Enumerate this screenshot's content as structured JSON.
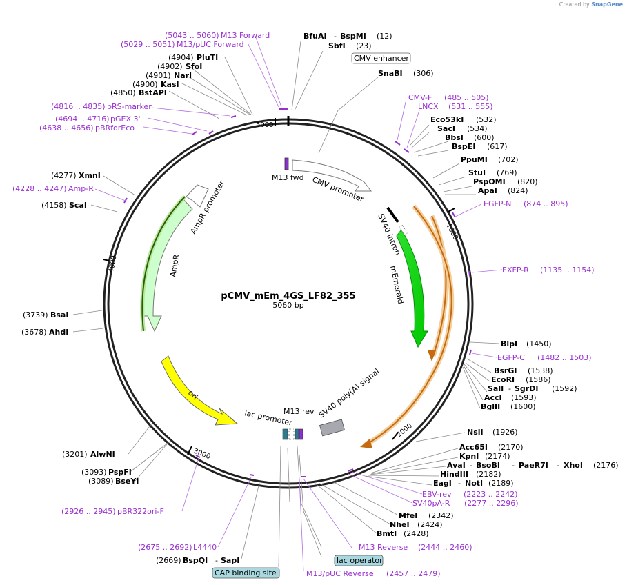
{
  "credit": {
    "prefix": "Created by",
    "brand": "SnapGene"
  },
  "plasmid": {
    "name": "pCMV_mEm_4GS_LF82_355",
    "size": "5060 bp"
  },
  "ticks": [
    "1000",
    "2000",
    "3000",
    "4000",
    "5000"
  ],
  "features": {
    "m13fwd": "M13 fwd",
    "cmv_promoter": "CMV promoter",
    "sv40_intron": "SV40 intron",
    "memerald": "mEmerald",
    "sv40pa": "SV40 poly(A) signal",
    "m13rev": "M13 rev",
    "lac_promoter": "lac promoter",
    "ori": "ori",
    "ampr": "AmpR",
    "ampr_promoter": "AmpR promoter",
    "cmv_enhancer": "CMV enhancer",
    "cap_site": "CAP binding site",
    "lac_operator": "lac operator"
  },
  "labels": {
    "bfuai": "BfuAI",
    "dash1": "-",
    "bspmi": "BspMI",
    "pos12": "(12)",
    "sbfi": "SbfI",
    "pos23": "(23)",
    "snabi": "SnaBI",
    "pos306": "(306)",
    "cmvf": "CMV-F",
    "cmvf_pos": "(485 .. 505)",
    "lncx": "LNCX",
    "lncx_pos": "(531 .. 555)",
    "eco53ki": "Eco53kI",
    "pos532": "(532)",
    "saci": "SacI",
    "pos534": "(534)",
    "bbsi": "BbsI",
    "pos600": "(600)",
    "bspei": "BspEI",
    "pos617": "(617)",
    "ppumi": "PpuMI",
    "pos702": "(702)",
    "stui": "StuI",
    "pos769": "(769)",
    "psp": "PspOMI",
    "pos820": "(820)",
    "apai": "ApaI",
    "pos824": "(824)",
    "egfpn": "EGFP-N",
    "egfpn_pos": "(874 .. 895)",
    "exfpr": "EXFP-R",
    "exfpr_pos": "(1135 .. 1154)",
    "blpi": "BlpI",
    "pos1450": "(1450)",
    "egfpc": "EGFP-C",
    "egfpc_pos": "(1482 .. 1503)",
    "bsrgi": "BsrGI",
    "pos1538": "(1538)",
    "ecori": "EcoRI",
    "pos1586": "(1586)",
    "sali": "SalI",
    "dash2": "-",
    "sgrdi": "SgrDI",
    "pos1592": "(1592)",
    "acci": "AccI",
    "pos1593": "(1593)",
    "bglii": "BglII",
    "pos1600": "(1600)",
    "nsii": "NsiI",
    "pos1926": "(1926)",
    "acc65i": "Acc65I",
    "pos2170": "(2170)",
    "kpni": "KpnI",
    "pos2174": "(2174)",
    "avai": "AvaI",
    "dash3": "-",
    "bsobi": "BsoBI",
    "dash4": "-",
    "paer7i": "PaeR7I",
    "dash5": "-",
    "xhoi": "XhoI",
    "pos2176": "(2176)",
    "hindiii": "HindIII",
    "pos2182": "(2182)",
    "eagi": "EagI",
    "dash6": "-",
    "noti": "NotI",
    "pos2189": "(2189)",
    "ebvrev": "EBV-rev",
    "ebvrev_pos": "(2223 .. 2242)",
    "sv40par": "SV40pA-R",
    "sv40par_pos": "(2277 .. 2296)",
    "mfei": "MfeI",
    "pos2342": "(2342)",
    "nhei": "NheI",
    "pos2424": "(2424)",
    "bmti": "BmtI",
    "pos2428": "(2428)",
    "m13reverse": "M13 Reverse",
    "m13reverse_pos": "(2444 .. 2460)",
    "m13pucrev": "M13/pUC Reverse",
    "m13pucrev_pos": "(2457 .. 2479)",
    "bspqi": "BspQI",
    "dash7": "-",
    "sapi": "SapI",
    "pos2669": "(2669)",
    "l4440_pos": "(2675 .. 2692)",
    "l4440": "L4440",
    "pbr322_pos": "(2926 .. 2945)",
    "pbr322": "pBR322ori-F",
    "pos3089": "(3089)",
    "bseyi": "BseYI",
    "pos3093": "(3093)",
    "pspfi": "PspFI",
    "pos3201": "(3201)",
    "alwni": "AlwNI",
    "pos3678": "(3678)",
    "ahdi": "AhdI",
    "pos3739": "(3739)",
    "bsai": "BsaI",
    "pos4158": "(4158)",
    "scai": "ScaI",
    "ampr_pos": "(4228 .. 4247)",
    "ampr_primer": "Amp-R",
    "pos4277": "(4277)",
    "xmni": "XmnI",
    "pbrfor_pos": "(4638 .. 4656)",
    "pbrfor": "pBRforEco",
    "pgex_pos": "(4694 .. 4716)",
    "pgex": "pGEX 3'",
    "prs_pos": "(4816 .. 4835)",
    "prs": "pRS-marker",
    "pos4850": "(4850)",
    "bstapi": "BstAPI",
    "pos4900": "(4900)",
    "kasi": "KasI",
    "pos4901": "(4901)",
    "nari": "NarI",
    "pos4902": "(4902)",
    "sfoi": "SfoI",
    "pos4904": "(4904)",
    "pluti": "PluTI",
    "m13puc_pos": "(5029 .. 5051)",
    "m13puc": "M13/pUC Forward",
    "m13fwd_pos": "(5043 .. 5060)",
    "m13forward": "M13 Forward"
  }
}
